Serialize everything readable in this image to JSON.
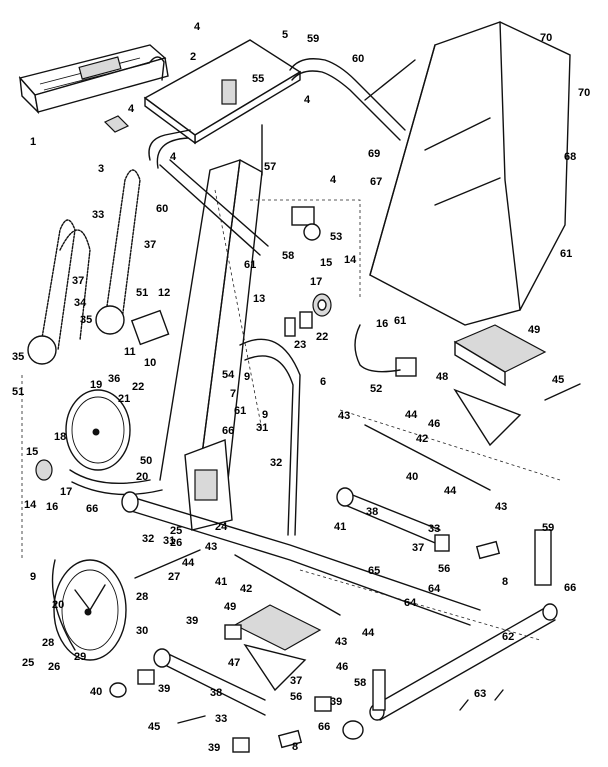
{
  "diagram": {
    "callouts": [
      {
        "id": "c1",
        "label": "1"
      },
      {
        "id": "c2",
        "label": "2"
      },
      {
        "id": "c3",
        "label": "3"
      },
      {
        "id": "c4a",
        "label": "4"
      },
      {
        "id": "c4b",
        "label": "4"
      },
      {
        "id": "c4c",
        "label": "4"
      },
      {
        "id": "c4d",
        "label": "4"
      },
      {
        "id": "c4e",
        "label": "4"
      },
      {
        "id": "c5",
        "label": "5"
      },
      {
        "id": "c6",
        "label": "6"
      },
      {
        "id": "c7",
        "label": "7"
      },
      {
        "id": "c8a",
        "label": "8"
      },
      {
        "id": "c8b",
        "label": "8"
      },
      {
        "id": "c9a",
        "label": "9"
      },
      {
        "id": "c9b",
        "label": "9"
      },
      {
        "id": "c9c",
        "label": "9"
      },
      {
        "id": "c10",
        "label": "10"
      },
      {
        "id": "c11",
        "label": "11"
      },
      {
        "id": "c12",
        "label": "12"
      },
      {
        "id": "c13",
        "label": "13"
      },
      {
        "id": "c14a",
        "label": "14"
      },
      {
        "id": "c14b",
        "label": "14"
      },
      {
        "id": "c15a",
        "label": "15"
      },
      {
        "id": "c15b",
        "label": "15"
      },
      {
        "id": "c16a",
        "label": "16"
      },
      {
        "id": "c16b",
        "label": "16"
      },
      {
        "id": "c17a",
        "label": "17"
      },
      {
        "id": "c17b",
        "label": "17"
      },
      {
        "id": "c18",
        "label": "18"
      },
      {
        "id": "c19",
        "label": "19"
      },
      {
        "id": "c20a",
        "label": "20"
      },
      {
        "id": "c20b",
        "label": "20"
      },
      {
        "id": "c21",
        "label": "21"
      },
      {
        "id": "c22a",
        "label": "22"
      },
      {
        "id": "c22b",
        "label": "22"
      },
      {
        "id": "c23",
        "label": "23"
      },
      {
        "id": "c24",
        "label": "24"
      },
      {
        "id": "c25a",
        "label": "25"
      },
      {
        "id": "c25b",
        "label": "25"
      },
      {
        "id": "c26a",
        "label": "26"
      },
      {
        "id": "c26b",
        "label": "26"
      },
      {
        "id": "c27",
        "label": "27"
      },
      {
        "id": "c28a",
        "label": "28"
      },
      {
        "id": "c28b",
        "label": "28"
      },
      {
        "id": "c29",
        "label": "29"
      },
      {
        "id": "c30",
        "label": "30"
      },
      {
        "id": "c31a",
        "label": "31"
      },
      {
        "id": "c31b",
        "label": "31"
      },
      {
        "id": "c32a",
        "label": "32"
      },
      {
        "id": "c32b",
        "label": "32"
      },
      {
        "id": "c33a",
        "label": "33"
      },
      {
        "id": "c33b",
        "label": "33"
      },
      {
        "id": "c33c",
        "label": "33"
      },
      {
        "id": "c34",
        "label": "34"
      },
      {
        "id": "c35a",
        "label": "35"
      },
      {
        "id": "c35b",
        "label": "35"
      },
      {
        "id": "c36",
        "label": "36"
      },
      {
        "id": "c37a",
        "label": "37"
      },
      {
        "id": "c37b",
        "label": "37"
      },
      {
        "id": "c37c",
        "label": "37"
      },
      {
        "id": "c37d",
        "label": "37"
      },
      {
        "id": "c38a",
        "label": "38"
      },
      {
        "id": "c38b",
        "label": "38"
      },
      {
        "id": "c39a",
        "label": "39"
      },
      {
        "id": "c39b",
        "label": "39"
      },
      {
        "id": "c39c",
        "label": "39"
      },
      {
        "id": "c39d",
        "label": "39"
      },
      {
        "id": "c40a",
        "label": "40"
      },
      {
        "id": "c40b",
        "label": "40"
      },
      {
        "id": "c41a",
        "label": "41"
      },
      {
        "id": "c41b",
        "label": "41"
      },
      {
        "id": "c42a",
        "label": "42"
      },
      {
        "id": "c42b",
        "label": "42"
      },
      {
        "id": "c43a",
        "label": "43"
      },
      {
        "id": "c43b",
        "label": "43"
      },
      {
        "id": "c43c",
        "label": "43"
      },
      {
        "id": "c43d",
        "label": "43"
      },
      {
        "id": "c44a",
        "label": "44"
      },
      {
        "id": "c44b",
        "label": "44"
      },
      {
        "id": "c44c",
        "label": "44"
      },
      {
        "id": "c44d",
        "label": "44"
      },
      {
        "id": "c45a",
        "label": "45"
      },
      {
        "id": "c45b",
        "label": "45"
      },
      {
        "id": "c46a",
        "label": "46"
      },
      {
        "id": "c46b",
        "label": "46"
      },
      {
        "id": "c47",
        "label": "47"
      },
      {
        "id": "c48",
        "label": "48"
      },
      {
        "id": "c49a",
        "label": "49"
      },
      {
        "id": "c49b",
        "label": "49"
      },
      {
        "id": "c50",
        "label": "50"
      },
      {
        "id": "c51a",
        "label": "51"
      },
      {
        "id": "c51b",
        "label": "51"
      },
      {
        "id": "c52",
        "label": "52"
      },
      {
        "id": "c53",
        "label": "53"
      },
      {
        "id": "c54",
        "label": "54"
      },
      {
        "id": "c55",
        "label": "55"
      },
      {
        "id": "c56a",
        "label": "56"
      },
      {
        "id": "c56b",
        "label": "56"
      },
      {
        "id": "c57",
        "label": "57"
      },
      {
        "id": "c58a",
        "label": "58"
      },
      {
        "id": "c58b",
        "label": "58"
      },
      {
        "id": "c59a",
        "label": "59"
      },
      {
        "id": "c59b",
        "label": "59"
      },
      {
        "id": "c60a",
        "label": "60"
      },
      {
        "id": "c60b",
        "label": "60"
      },
      {
        "id": "c61a",
        "label": "61"
      },
      {
        "id": "c61b",
        "label": "61"
      },
      {
        "id": "c61c",
        "label": "61"
      },
      {
        "id": "c61d",
        "label": "61"
      },
      {
        "id": "c62",
        "label": "62"
      },
      {
        "id": "c63",
        "label": "63"
      },
      {
        "id": "c64a",
        "label": "64"
      },
      {
        "id": "c64b",
        "label": "64"
      },
      {
        "id": "c65",
        "label": "65"
      },
      {
        "id": "c66a",
        "label": "66"
      },
      {
        "id": "c66b",
        "label": "66"
      },
      {
        "id": "c66c",
        "label": "66"
      },
      {
        "id": "c66d",
        "label": "66"
      },
      {
        "id": "c67",
        "label": "67"
      },
      {
        "id": "c68",
        "label": "68"
      },
      {
        "id": "c69a",
        "label": "69"
      },
      {
        "id": "c70a",
        "label": "70"
      },
      {
        "id": "c70b",
        "label": "70"
      }
    ]
  }
}
